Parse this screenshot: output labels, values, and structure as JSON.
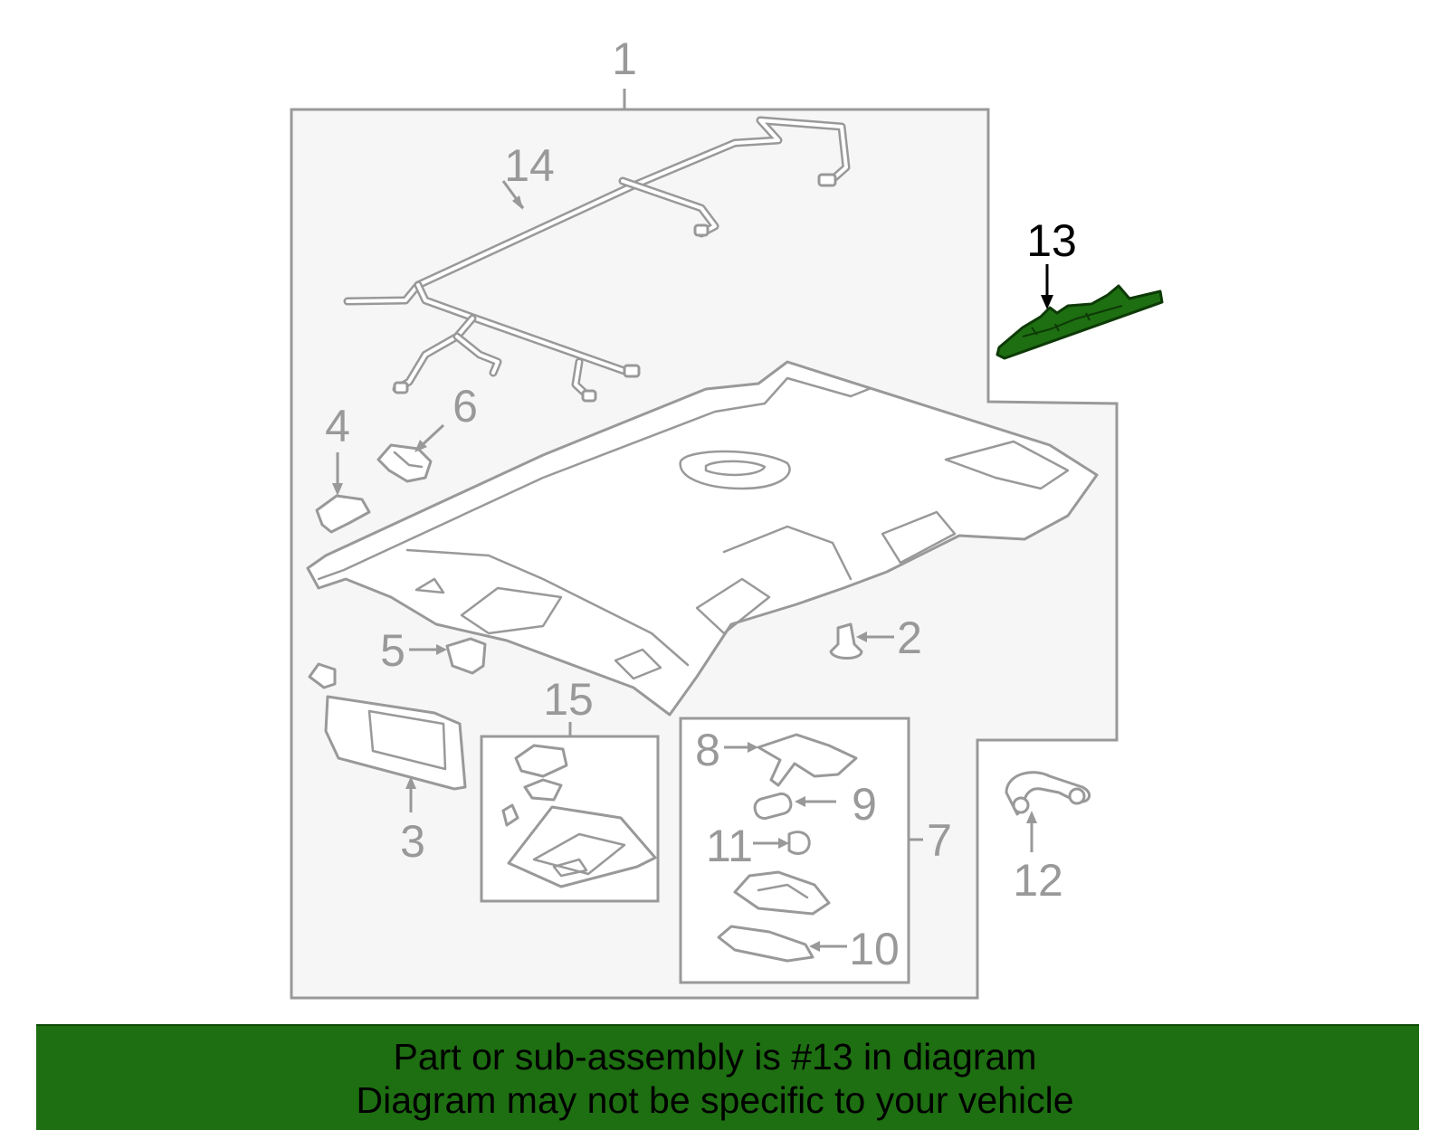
{
  "callouts": {
    "c1": "1",
    "c2": "2",
    "c3": "3",
    "c4": "4",
    "c5": "5",
    "c6": "6",
    "c7": "7",
    "c8": "8",
    "c9": "9",
    "c10": "10",
    "c11": "11",
    "c12": "12",
    "c13": "13",
    "c14": "14",
    "c15": "15"
  },
  "highlighted_part": "13",
  "colors": {
    "highlight_fill": "#1e6e12",
    "outline": "#999999",
    "panel_background": "#f6f6f6",
    "banner_background": "#1e6e12"
  },
  "banner": {
    "line1": "Part or sub-assembly is #13 in diagram",
    "line2": "Diagram may not be specific to your vehicle"
  }
}
